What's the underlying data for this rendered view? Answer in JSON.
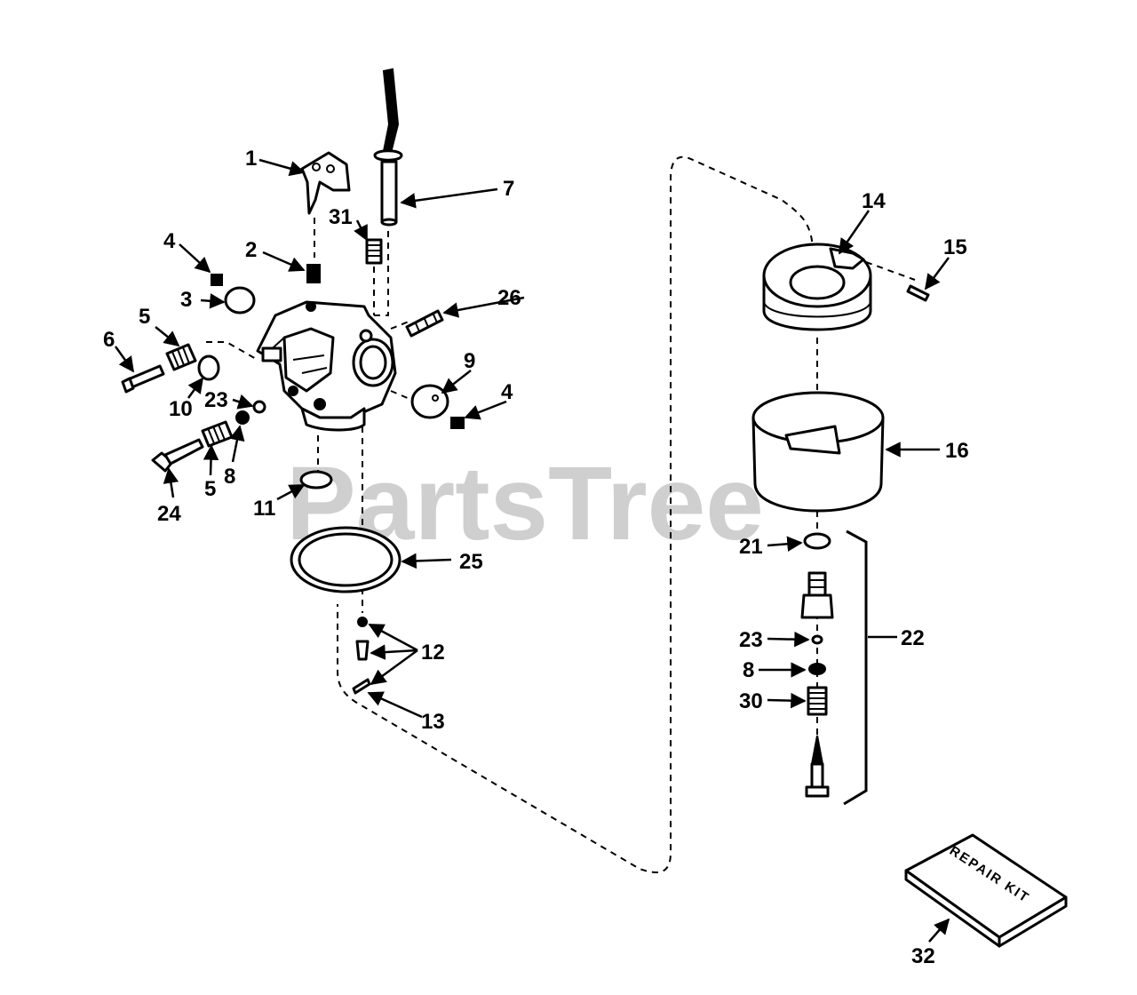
{
  "watermark": "PartsTree",
  "repair_kit_label": "REPAIR KIT",
  "callouts": {
    "c1": "1",
    "c2": "2",
    "c3": "3",
    "c4a": "4",
    "c4b": "4",
    "c5a": "5",
    "c5b": "5",
    "c6": "6",
    "c7": "7",
    "c8a": "8",
    "c8b": "8",
    "c9": "9",
    "c10": "10",
    "c11": "11",
    "c12": "12",
    "c13": "13",
    "c14": "14",
    "c15": "15",
    "c16": "16",
    "c21": "21",
    "c22": "22",
    "c23a": "23",
    "c23b": "23",
    "c24": "24",
    "c25": "25",
    "c26": "26",
    "c30": "30",
    "c31": "31",
    "c32": "32"
  },
  "arrowhead_color": "#000000"
}
